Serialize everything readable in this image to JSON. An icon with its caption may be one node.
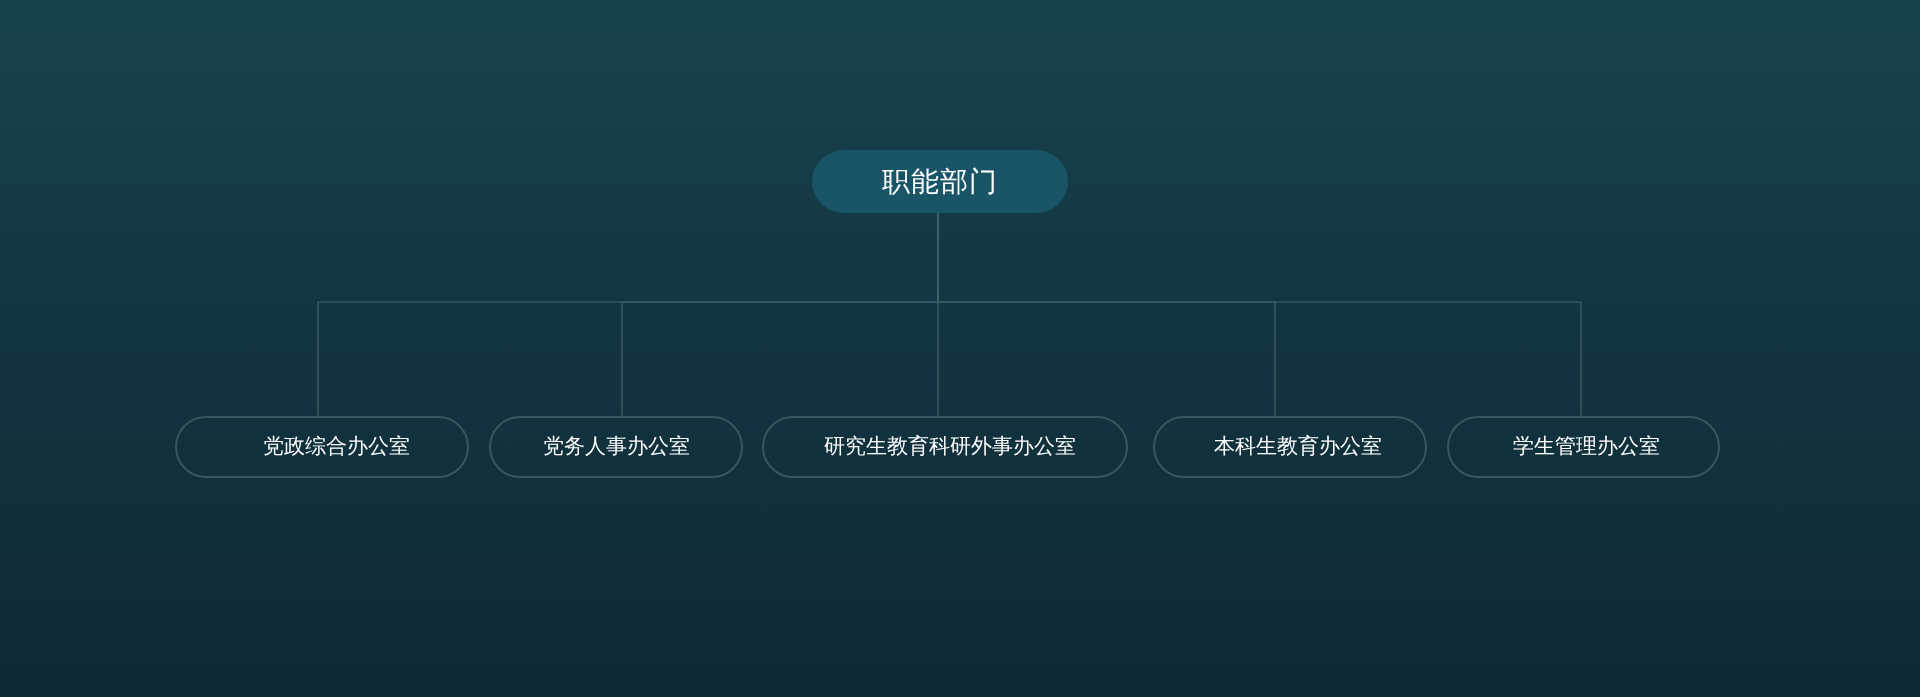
{
  "diagram": {
    "nodes": [
      {
        "text": [
          "职能部门"
        ]
      },
      {
        "text": [
          "党政综合办公室"
        ]
      },
      {
        "text": [
          "党务人事办公室"
        ]
      },
      {
        "text": [
          "研究生教育科研外事办公室"
        ]
      },
      {
        "text": [
          "本科生教育办公室"
        ]
      },
      {
        "text": [
          "学生管理办公室"
        ]
      }
    ],
    "edges": [
      {
        "from": 0,
        "to": 1,
        "arrow": "none"
      },
      {
        "from": 0,
        "to": 2,
        "arrow": "none"
      },
      {
        "from": 0,
        "to": 3,
        "arrow": "none"
      },
      {
        "from": 0,
        "to": 4,
        "arrow": "none"
      },
      {
        "from": 0,
        "to": 5,
        "arrow": "none"
      }
    ]
  }
}
